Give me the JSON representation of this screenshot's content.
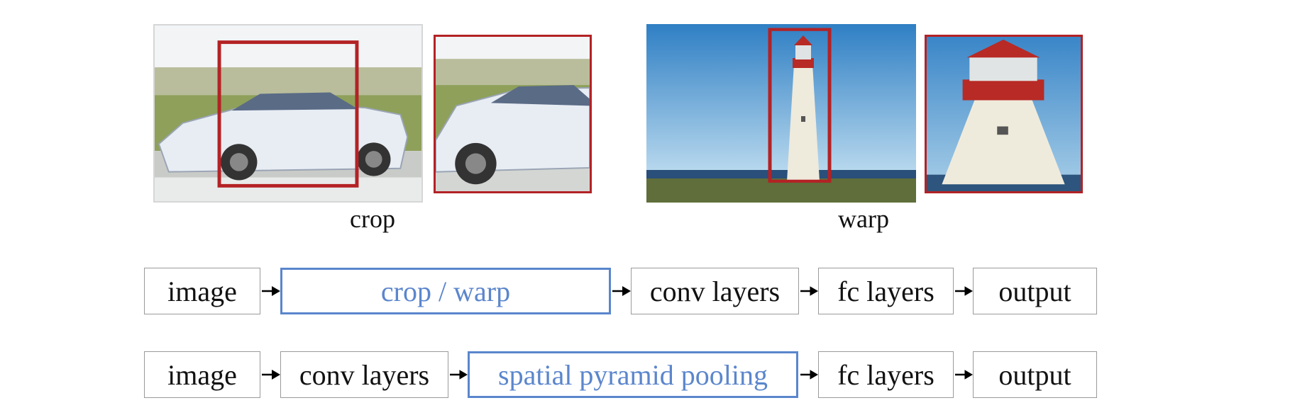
{
  "images": {
    "car": {
      "depicts": "white sedan on grass background with red crop box",
      "crop_box_color": "#b32225"
    },
    "car_crop": {
      "depicts": "cropped region of white sedan"
    },
    "lighthouse": {
      "depicts": "lighthouse on coast with blue sky and red crop box",
      "crop_box_color": "#b32225"
    },
    "lighthouse_warp": {
      "depicts": "warped region of lighthouse"
    }
  },
  "captions": {
    "crop": "crop",
    "warp": "warp"
  },
  "pipeline_top": {
    "boxes": [
      "image",
      "crop / warp",
      "conv layers",
      "fc layers",
      "output"
    ],
    "highlighted_index": 1
  },
  "pipeline_bottom": {
    "boxes": [
      "image",
      "conv layers",
      "spatial pyramid pooling",
      "fc layers",
      "output"
    ],
    "highlighted_index": 2
  },
  "colors": {
    "highlight": "#5b86cc",
    "crop_box": "#b32225",
    "arrow": "#000000"
  }
}
